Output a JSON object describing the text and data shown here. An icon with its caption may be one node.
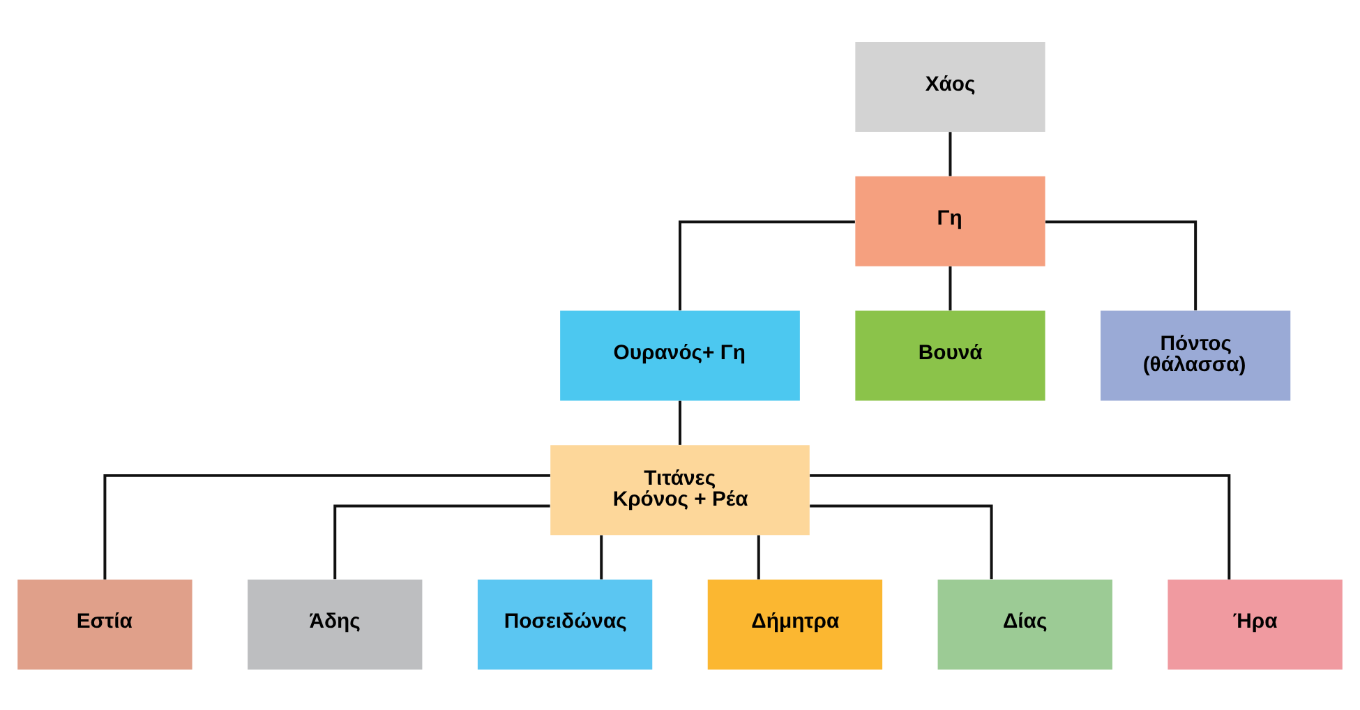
{
  "diagram": {
    "nodes": [
      {
        "text": [
          "Χάος"
        ]
      },
      {
        "text": [
          "Γη"
        ]
      },
      {
        "text": [
          "Ουρανός+ Γη"
        ]
      },
      {
        "text": [
          "Βουνά"
        ]
      },
      {
        "text": [
          "Πόντος (θάλασσα)"
        ]
      },
      {
        "text": [
          "Τιτάνες",
          "Κρόνος + Ρέα"
        ]
      },
      {
        "text": [
          "Εστία"
        ]
      },
      {
        "text": [
          "Άδης"
        ]
      },
      {
        "text": [
          "Ποσειδώνας"
        ]
      },
      {
        "text": [
          "Δήμητρα"
        ]
      },
      {
        "text": [
          "Δίας"
        ]
      },
      {
        "text": [
          "Ήρα"
        ]
      }
    ],
    "edges": [
      {
        "from": 0,
        "to": 1,
        "arrow": "none"
      },
      {
        "from": 1,
        "to": 2,
        "arrow": "none"
      },
      {
        "from": 1,
        "to": 3,
        "arrow": "none"
      },
      {
        "from": 1,
        "to": 4,
        "arrow": "none"
      },
      {
        "from": 2,
        "to": 5,
        "arrow": "none"
      },
      {
        "from": 5,
        "to": 6,
        "arrow": "none"
      },
      {
        "from": 5,
        "to": 7,
        "arrow": "none"
      },
      {
        "from": 5,
        "to": 8,
        "arrow": "none"
      },
      {
        "from": 5,
        "to": 9,
        "arrow": "none"
      },
      {
        "from": 5,
        "to": 10,
        "arrow": "none"
      },
      {
        "from": 5,
        "to": 11,
        "arrow": "none"
      }
    ]
  }
}
